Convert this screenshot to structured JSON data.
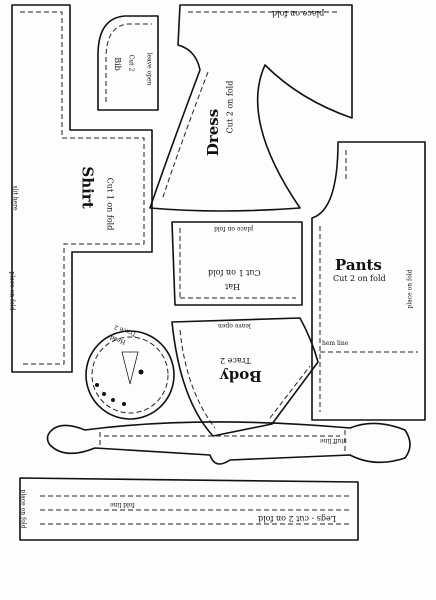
{
  "pattern": {
    "shirt": {
      "title": "Shirt",
      "cut": "Cut 1 on fold",
      "slit": "slit here",
      "fold": "place on fold"
    },
    "bib": {
      "title": "Bib",
      "cut": "Cut 2",
      "note": "leave open"
    },
    "dress": {
      "title": "Dress",
      "cut": "Cut 2 on fold",
      "fold": "place on fold"
    },
    "hat": {
      "title": "Hat",
      "cut": "Cut 1 on fold",
      "fold": "place on fold"
    },
    "pants": {
      "title": "Pants",
      "cut": "Cut 2 on fold",
      "hem": "hem line",
      "fold": "place on fold"
    },
    "head": {
      "title": "Head",
      "cut": "Trace 2"
    },
    "body": {
      "title": "Body",
      "cut": "Trace 2",
      "note": "leave open"
    },
    "arm": {
      "note": "stuff line"
    },
    "legs": {
      "title": "Legs - cut 2 on fold",
      "fold_line": "fold line",
      "fold": "place on fold"
    }
  }
}
